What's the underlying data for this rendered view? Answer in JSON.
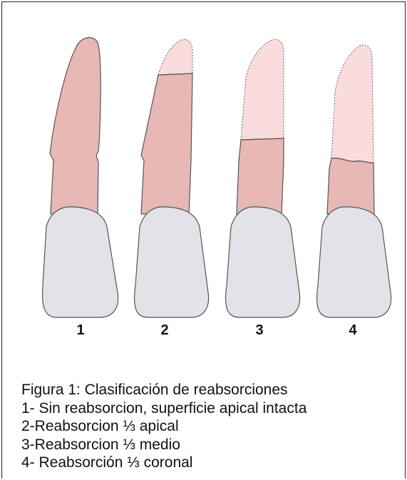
{
  "figure": {
    "tooth_labels": [
      "1",
      "2",
      "3",
      "4"
    ],
    "caption_title": "Figura 1: Clasificación de reabsorciones",
    "caption_lines": [
      "1- Sin reabsorcion, superficie apical intacta",
      "2-Reabsorcion ⅓ apical",
      "3-Reabsorcion ⅓ medio",
      "4- Reabsorción ⅓ coronal"
    ]
  },
  "colors": {
    "root": "#e8b8b4",
    "resorbed": "#f9dcdb",
    "crown": "#e2e2e8",
    "outline": "#555555"
  }
}
